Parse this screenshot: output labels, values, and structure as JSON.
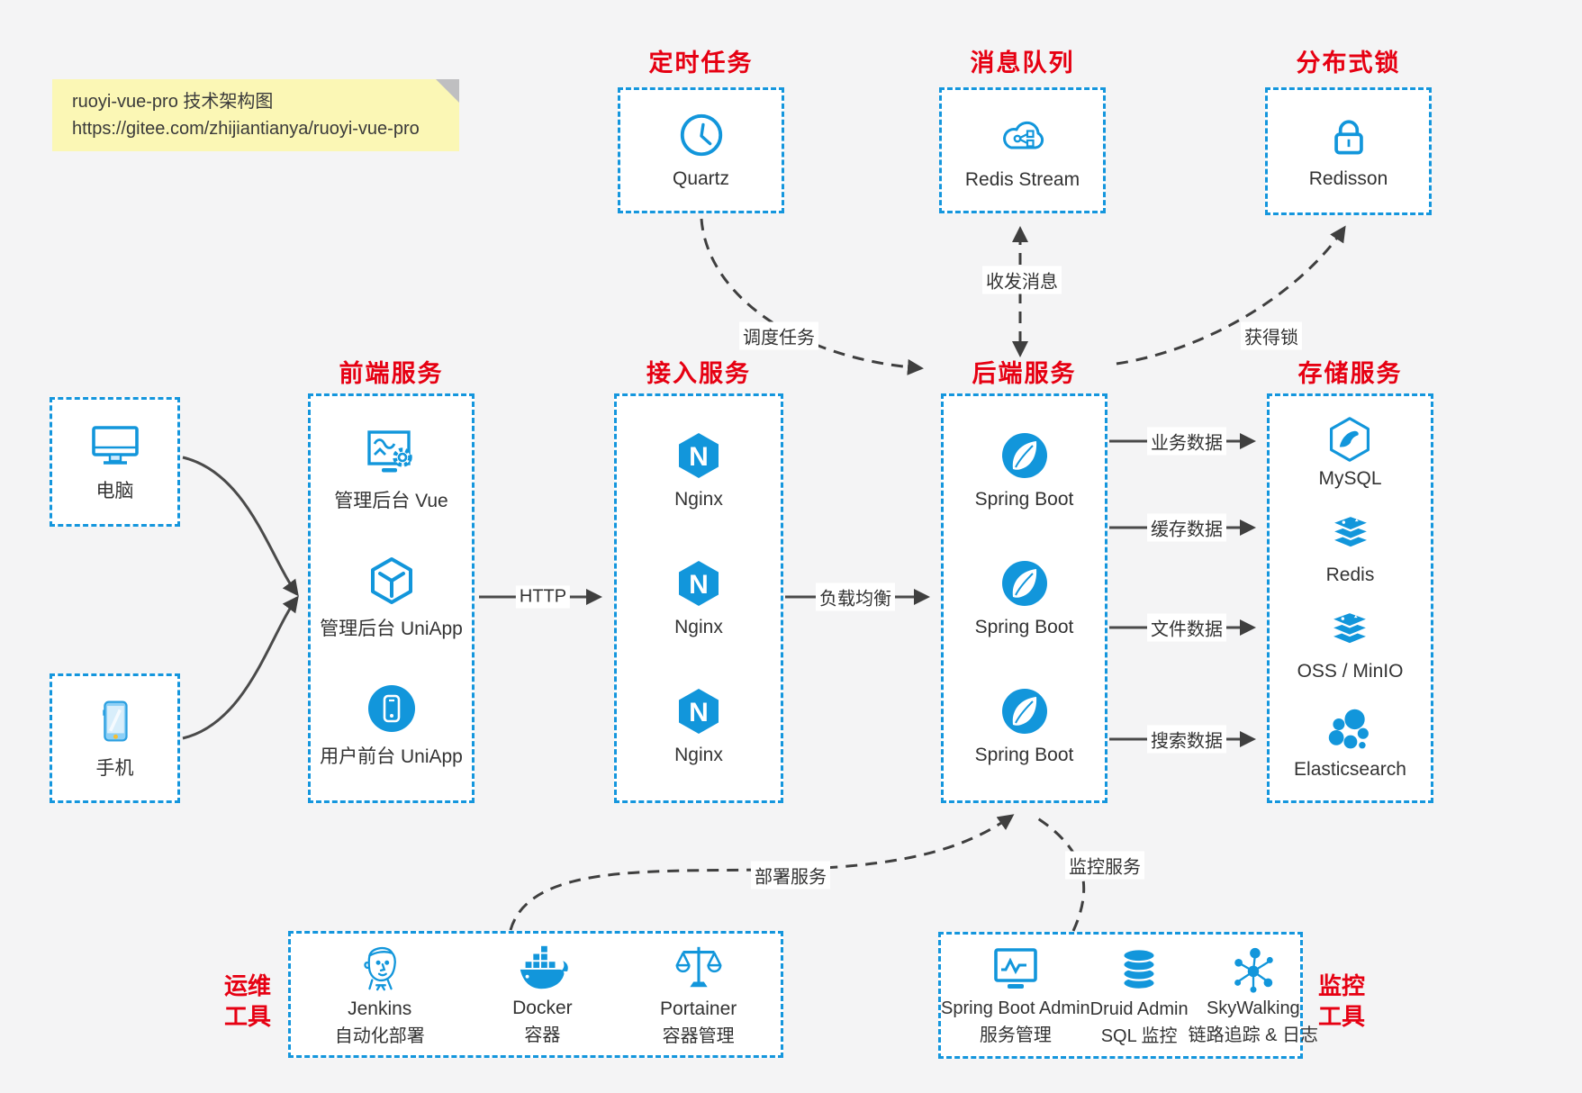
{
  "note": {
    "line1": "ruoyi-vue-pro 技术架构图",
    "line2": "https://gitee.com/zhijiantianya/ruoyi-vue-pro"
  },
  "colors": {
    "accent_blue": "#1296db",
    "title_red": "#e60012",
    "arrow_dark": "#3f3f3f",
    "note_yellow": "#fbf7b5",
    "background": "#f4f4f5"
  },
  "top_groups": [
    {
      "title": "定时任务",
      "item": {
        "icon": "clock-icon",
        "label": "Quartz"
      }
    },
    {
      "title": "消息队列",
      "item": {
        "icon": "cloud-mq-icon",
        "label": "Redis Stream"
      }
    },
    {
      "title": "分布式锁",
      "item": {
        "icon": "lock-icon",
        "label": "Redisson"
      }
    }
  ],
  "clients": [
    {
      "icon": "desktop-icon",
      "label": "电脑"
    },
    {
      "icon": "mobile-icon",
      "label": "手机"
    }
  ],
  "service_columns": [
    {
      "title": "前端服务",
      "items": [
        {
          "icon": "admin-vue-icon",
          "label": "管理后台 Vue"
        },
        {
          "icon": "uniapp-cube-icon",
          "label": "管理后台 UniApp"
        },
        {
          "icon": "user-uniapp-icon",
          "label": "用户前台 UniApp"
        }
      ]
    },
    {
      "title": "接入服务",
      "items": [
        {
          "icon": "nginx-icon",
          "label": "Nginx"
        },
        {
          "icon": "nginx-icon",
          "label": "Nginx"
        },
        {
          "icon": "nginx-icon",
          "label": "Nginx"
        }
      ]
    },
    {
      "title": "后端服务",
      "items": [
        {
          "icon": "spring-boot-icon",
          "label": "Spring Boot"
        },
        {
          "icon": "spring-boot-icon",
          "label": "Spring Boot"
        },
        {
          "icon": "spring-boot-icon",
          "label": "Spring Boot"
        }
      ]
    },
    {
      "title": "存储服务",
      "items": [
        {
          "icon": "mysql-icon",
          "label": "MySQL"
        },
        {
          "icon": "redis-icon",
          "label": "Redis"
        },
        {
          "icon": "oss-minio-icon",
          "label": "OSS / MinIO"
        },
        {
          "icon": "elasticsearch-icon",
          "label": "Elasticsearch"
        }
      ]
    }
  ],
  "bottom_groups": [
    {
      "side_label": {
        "line1": "运维",
        "line2": "工具"
      },
      "items": [
        {
          "icon": "jenkins-icon",
          "name": "Jenkins",
          "desc": "自动化部署"
        },
        {
          "icon": "docker-icon",
          "name": "Docker",
          "desc": "容器"
        },
        {
          "icon": "portainer-icon",
          "name": "Portainer",
          "desc": "容器管理"
        }
      ]
    },
    {
      "side_label": {
        "line1": "监控",
        "line2": "工具"
      },
      "items": [
        {
          "icon": "spring-boot-admin-icon",
          "name": "Spring Boot Admin",
          "desc": "服务管理"
        },
        {
          "icon": "druid-icon",
          "name": "Druid Admin",
          "desc": "SQL 监控"
        },
        {
          "icon": "skywalking-icon",
          "name": "SkyWalking",
          "desc": "链路追踪 & 日志"
        }
      ]
    }
  ],
  "edge_labels": {
    "http": "HTTP",
    "load_balance": "负载均衡",
    "schedule": "调度任务",
    "messaging": "收发消息",
    "acquire_lock": "获得锁",
    "business_data": "业务数据",
    "cache_data": "缓存数据",
    "file_data": "文件数据",
    "search_data": "搜索数据",
    "deploy": "部署服务",
    "monitor": "监控服务"
  }
}
